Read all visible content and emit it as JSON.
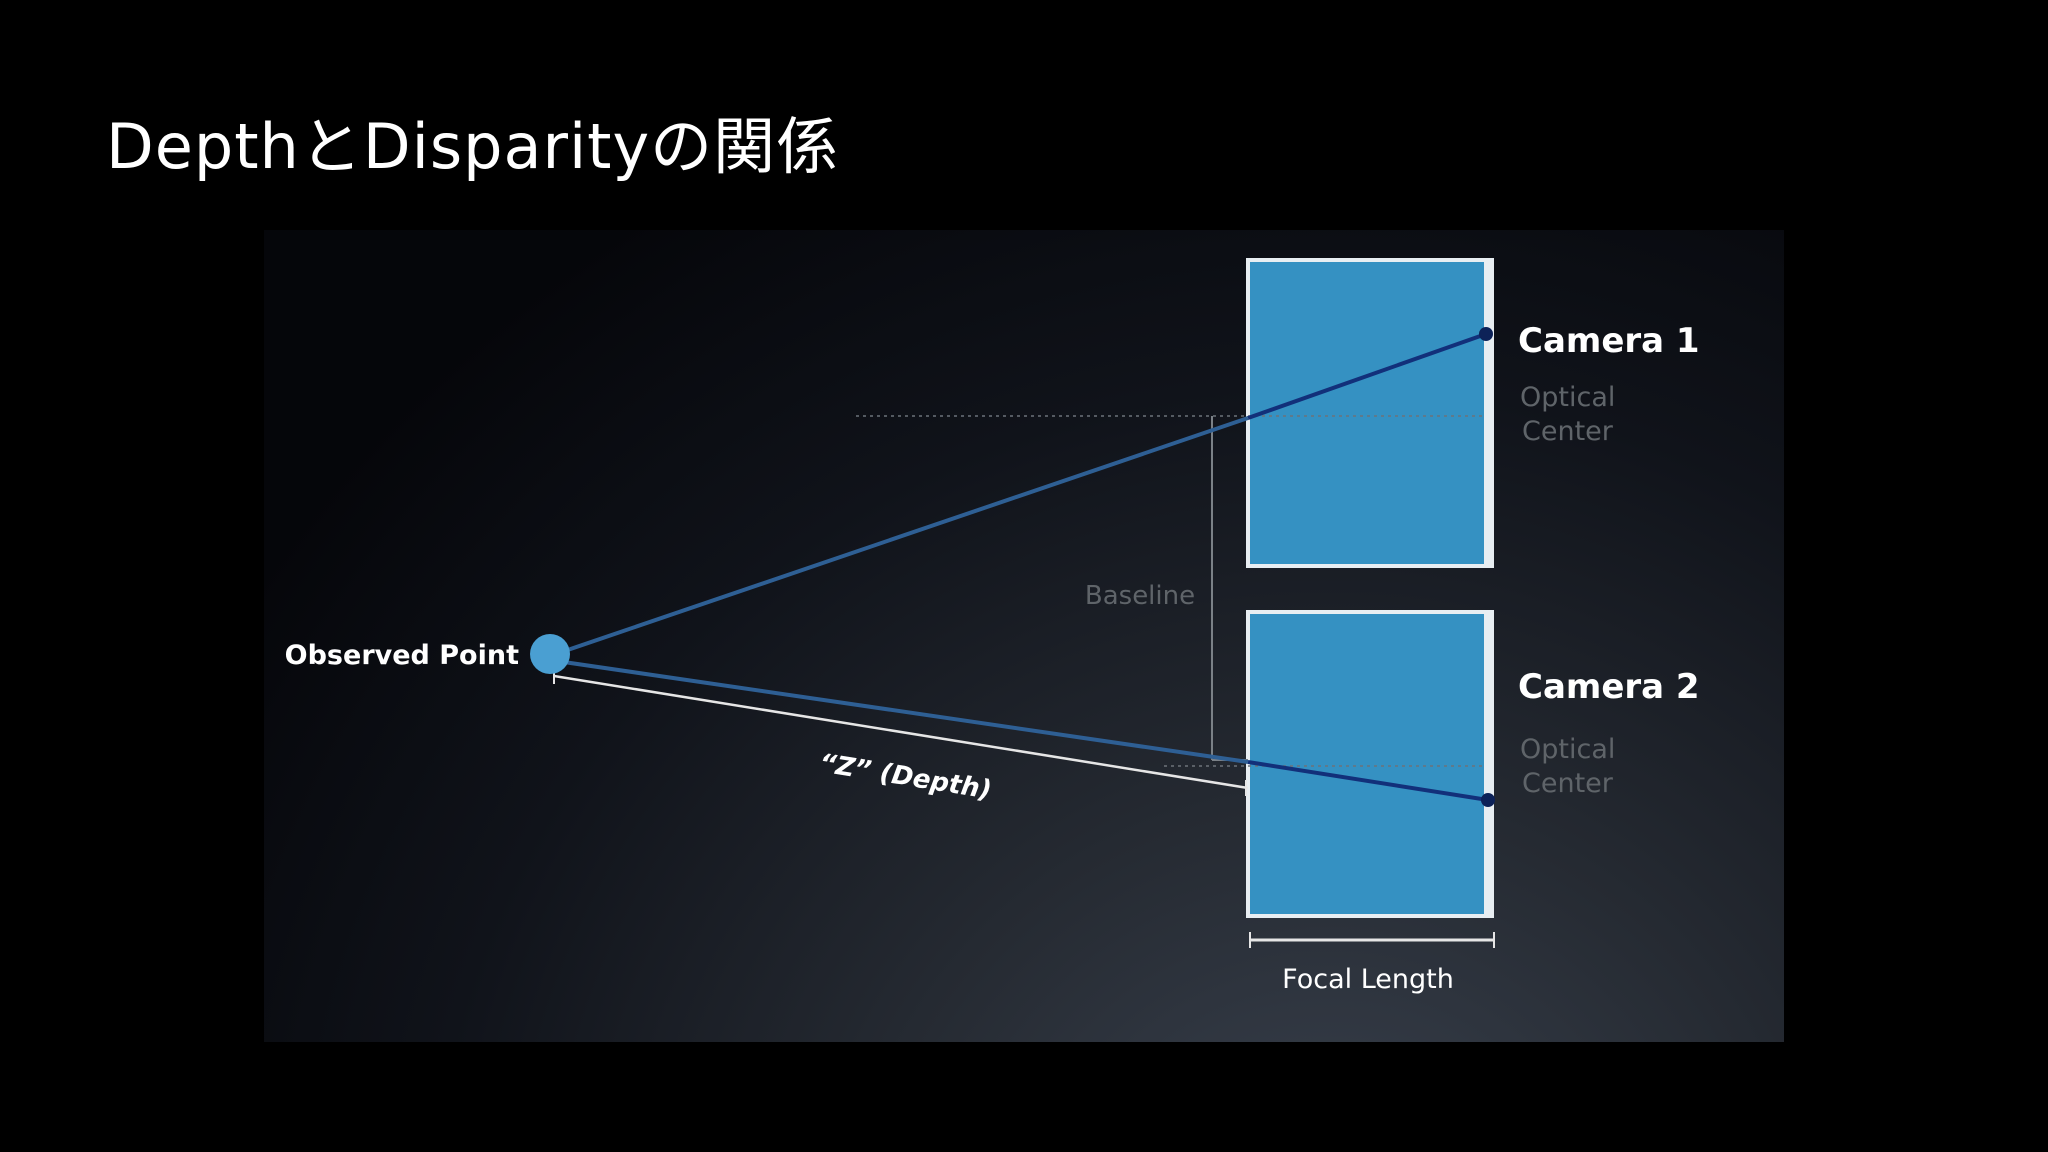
{
  "title": "DepthとDisparityの関係",
  "diagram": {
    "observed_point_label": "Observed Point",
    "depth_label": "“Z” (Depth)",
    "baseline_label": "Baseline",
    "focal_length_label": "Focal Length",
    "cameras": [
      {
        "name": "Camera 1",
        "optical_center_line1": "Optical",
        "optical_center_line2": "Center"
      },
      {
        "name": "Camera 2",
        "optical_center_line1": "Optical",
        "optical_center_line2": "Center"
      }
    ],
    "colors": {
      "background": "#000000",
      "camera_fill": "#3591c2",
      "camera_border": "#e8eef2",
      "ray": "#2e5f94",
      "ray_dark": "#12307a",
      "optical_center_dot": "#0d2258",
      "observed_point": "#4a9fd2",
      "label_white": "#ffffff",
      "label_gray": "#5f6469"
    }
  }
}
